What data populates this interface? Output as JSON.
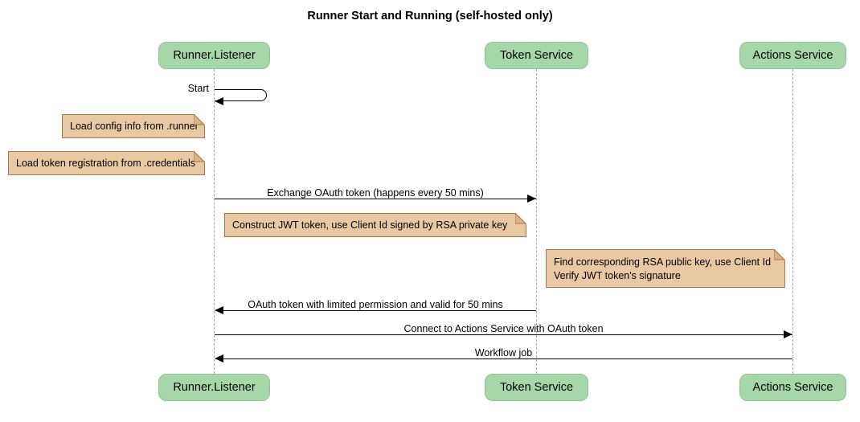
{
  "title": "Runner Start and Running (self-hosted only)",
  "participants": [
    {
      "name": "Runner.Listener"
    },
    {
      "name": "Token Service"
    },
    {
      "name": "Actions Service"
    }
  ],
  "self_message": {
    "label": "Start",
    "participant": "Runner.Listener"
  },
  "notes": [
    {
      "text": "Load config info from .runner",
      "position": "left of Runner.Listener"
    },
    {
      "text": "Load token registration from .credentials",
      "position": "left of Runner.Listener"
    },
    {
      "text": "Construct JWT token, use Client Id signed by RSA private key",
      "position": "right of Runner.Listener"
    },
    {
      "lines": [
        "Find corresponding RSA public key, use Client Id",
        "Verify JWT token's signature"
      ],
      "position": "right of Token Service"
    }
  ],
  "messages": [
    {
      "label": "Exchange OAuth token (happens every 50 mins)",
      "from": "Runner.Listener",
      "to": "Token Service",
      "direction": "right"
    },
    {
      "label": "OAuth token with limited permission and valid for 50 mins",
      "from": "Token Service",
      "to": "Runner.Listener",
      "direction": "left"
    },
    {
      "label": "Connect to Actions Service with OAuth token",
      "from": "Runner.Listener",
      "to": "Actions Service",
      "direction": "right"
    },
    {
      "label": "Workflow job",
      "from": "Actions Service",
      "to": "Runner.Listener",
      "direction": "left"
    }
  ],
  "colors": {
    "participant_fill": "#a6d7a8",
    "participant_border": "#94c296",
    "note_fill": "#e9c9a3",
    "note_border": "#a6794b",
    "lifeline": "#a8a8a8",
    "arrow": "#000000",
    "background": "#ffffff"
  }
}
